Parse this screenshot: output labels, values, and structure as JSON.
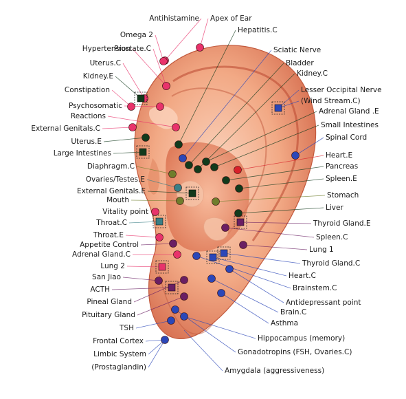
{
  "colors": {
    "skin_light": "#f8c9b0",
    "skin_mid": "#ec8f6a",
    "skin_dark": "#c9533a",
    "pink": "#e8336b",
    "dark_green": "#123a1c",
    "blue": "#2b47b8",
    "teal": "#3a7f86",
    "olive": "#6f7d2c",
    "purple": "#6a1f63",
    "red": "#d8202a",
    "label_text": "#1a1a1a"
  },
  "points": [
    {
      "label": "Antihistamine",
      "color": "pink"
    },
    {
      "label": "Apex of Ear",
      "color": "pink"
    },
    {
      "label": "Omega 2",
      "color": "pink"
    },
    {
      "label": "Hepatitis.C",
      "color": "dark_green"
    },
    {
      "label": "Prostate.C",
      "color": "pink"
    },
    {
      "label": "Hypertension",
      "color": "pink"
    },
    {
      "label": "Sciatic Nerve",
      "color": "blue"
    },
    {
      "label": "Uterus.C",
      "color": "pink"
    },
    {
      "label": "Bladder",
      "color": "dark_green"
    },
    {
      "label": "Kidney.E",
      "color": "dark_green"
    },
    {
      "label": "Kidney.C",
      "color": "dark_green"
    },
    {
      "label": "Constipation",
      "color": "pink"
    },
    {
      "label": "Lesser Occipital Nerve",
      "color": "blue"
    },
    {
      "label": "(Wind Stream.C)",
      "color": "blue"
    },
    {
      "label": "Psychosomatic",
      "color": "pink"
    },
    {
      "label": "Reactions",
      "color": "pink"
    },
    {
      "label": "Adrenal Gland .E",
      "color": "dark_green"
    },
    {
      "label": "External Genitals.C",
      "color": "pink"
    },
    {
      "label": "Small Intestines",
      "color": "dark_green"
    },
    {
      "label": "Uterus.E",
      "color": "dark_green"
    },
    {
      "label": "Spinal Cord",
      "color": "blue"
    },
    {
      "label": "Large Intestines",
      "color": "dark_green"
    },
    {
      "label": "Heart.E",
      "color": "red"
    },
    {
      "label": "Diaphragm.C",
      "color": "olive"
    },
    {
      "label": "Pancreas",
      "color": "dark_green"
    },
    {
      "label": "Ovaries/Testes.E",
      "color": "teal"
    },
    {
      "label": "Spleen.E",
      "color": "dark_green"
    },
    {
      "label": "External Genitals.E",
      "color": "dark_green"
    },
    {
      "label": "Mouth",
      "color": "olive"
    },
    {
      "label": "Stomach",
      "color": "olive"
    },
    {
      "label": "Vitality point",
      "color": "pink"
    },
    {
      "label": "Liver",
      "color": "dark_green"
    },
    {
      "label": "Throat.C",
      "color": "teal"
    },
    {
      "label": "Thyroid Gland.E",
      "color": "purple"
    },
    {
      "label": "Throat.E",
      "color": "pink"
    },
    {
      "label": "Spleen.C",
      "color": "purple"
    },
    {
      "label": "Appetite Control",
      "color": "purple"
    },
    {
      "label": "Lung 1",
      "color": "purple"
    },
    {
      "label": "Adrenal Gland.C",
      "color": "pink"
    },
    {
      "label": "Lung 2",
      "color": "pink"
    },
    {
      "label": "Thyroid Gland.C",
      "color": "blue"
    },
    {
      "label": "San Jiao",
      "color": "purple"
    },
    {
      "label": "Heart.C",
      "color": "blue"
    },
    {
      "label": "ACTH",
      "color": "purple"
    },
    {
      "label": "Brainstem.C",
      "color": "blue"
    },
    {
      "label": "Pineal Gland",
      "color": "purple"
    },
    {
      "label": "Antidepressant point",
      "color": "blue"
    },
    {
      "label": "Pituitary Gland",
      "color": "purple"
    },
    {
      "label": "Brain.C",
      "color": "blue"
    },
    {
      "label": "Asthma",
      "color": "blue"
    },
    {
      "label": "TSH",
      "color": "blue"
    },
    {
      "label": "Hippocampus (memory)",
      "color": "blue"
    },
    {
      "label": "Frontal Cortex",
      "color": "blue"
    },
    {
      "label": "Gonadotropins (FSH, Ovaries.C)",
      "color": "blue"
    },
    {
      "label": "Limbic System",
      "color": "blue"
    },
    {
      "label": "(Prostaglandin)",
      "color": "blue"
    },
    {
      "label": "Amygdala (aggressiveness)",
      "color": "blue"
    }
  ]
}
